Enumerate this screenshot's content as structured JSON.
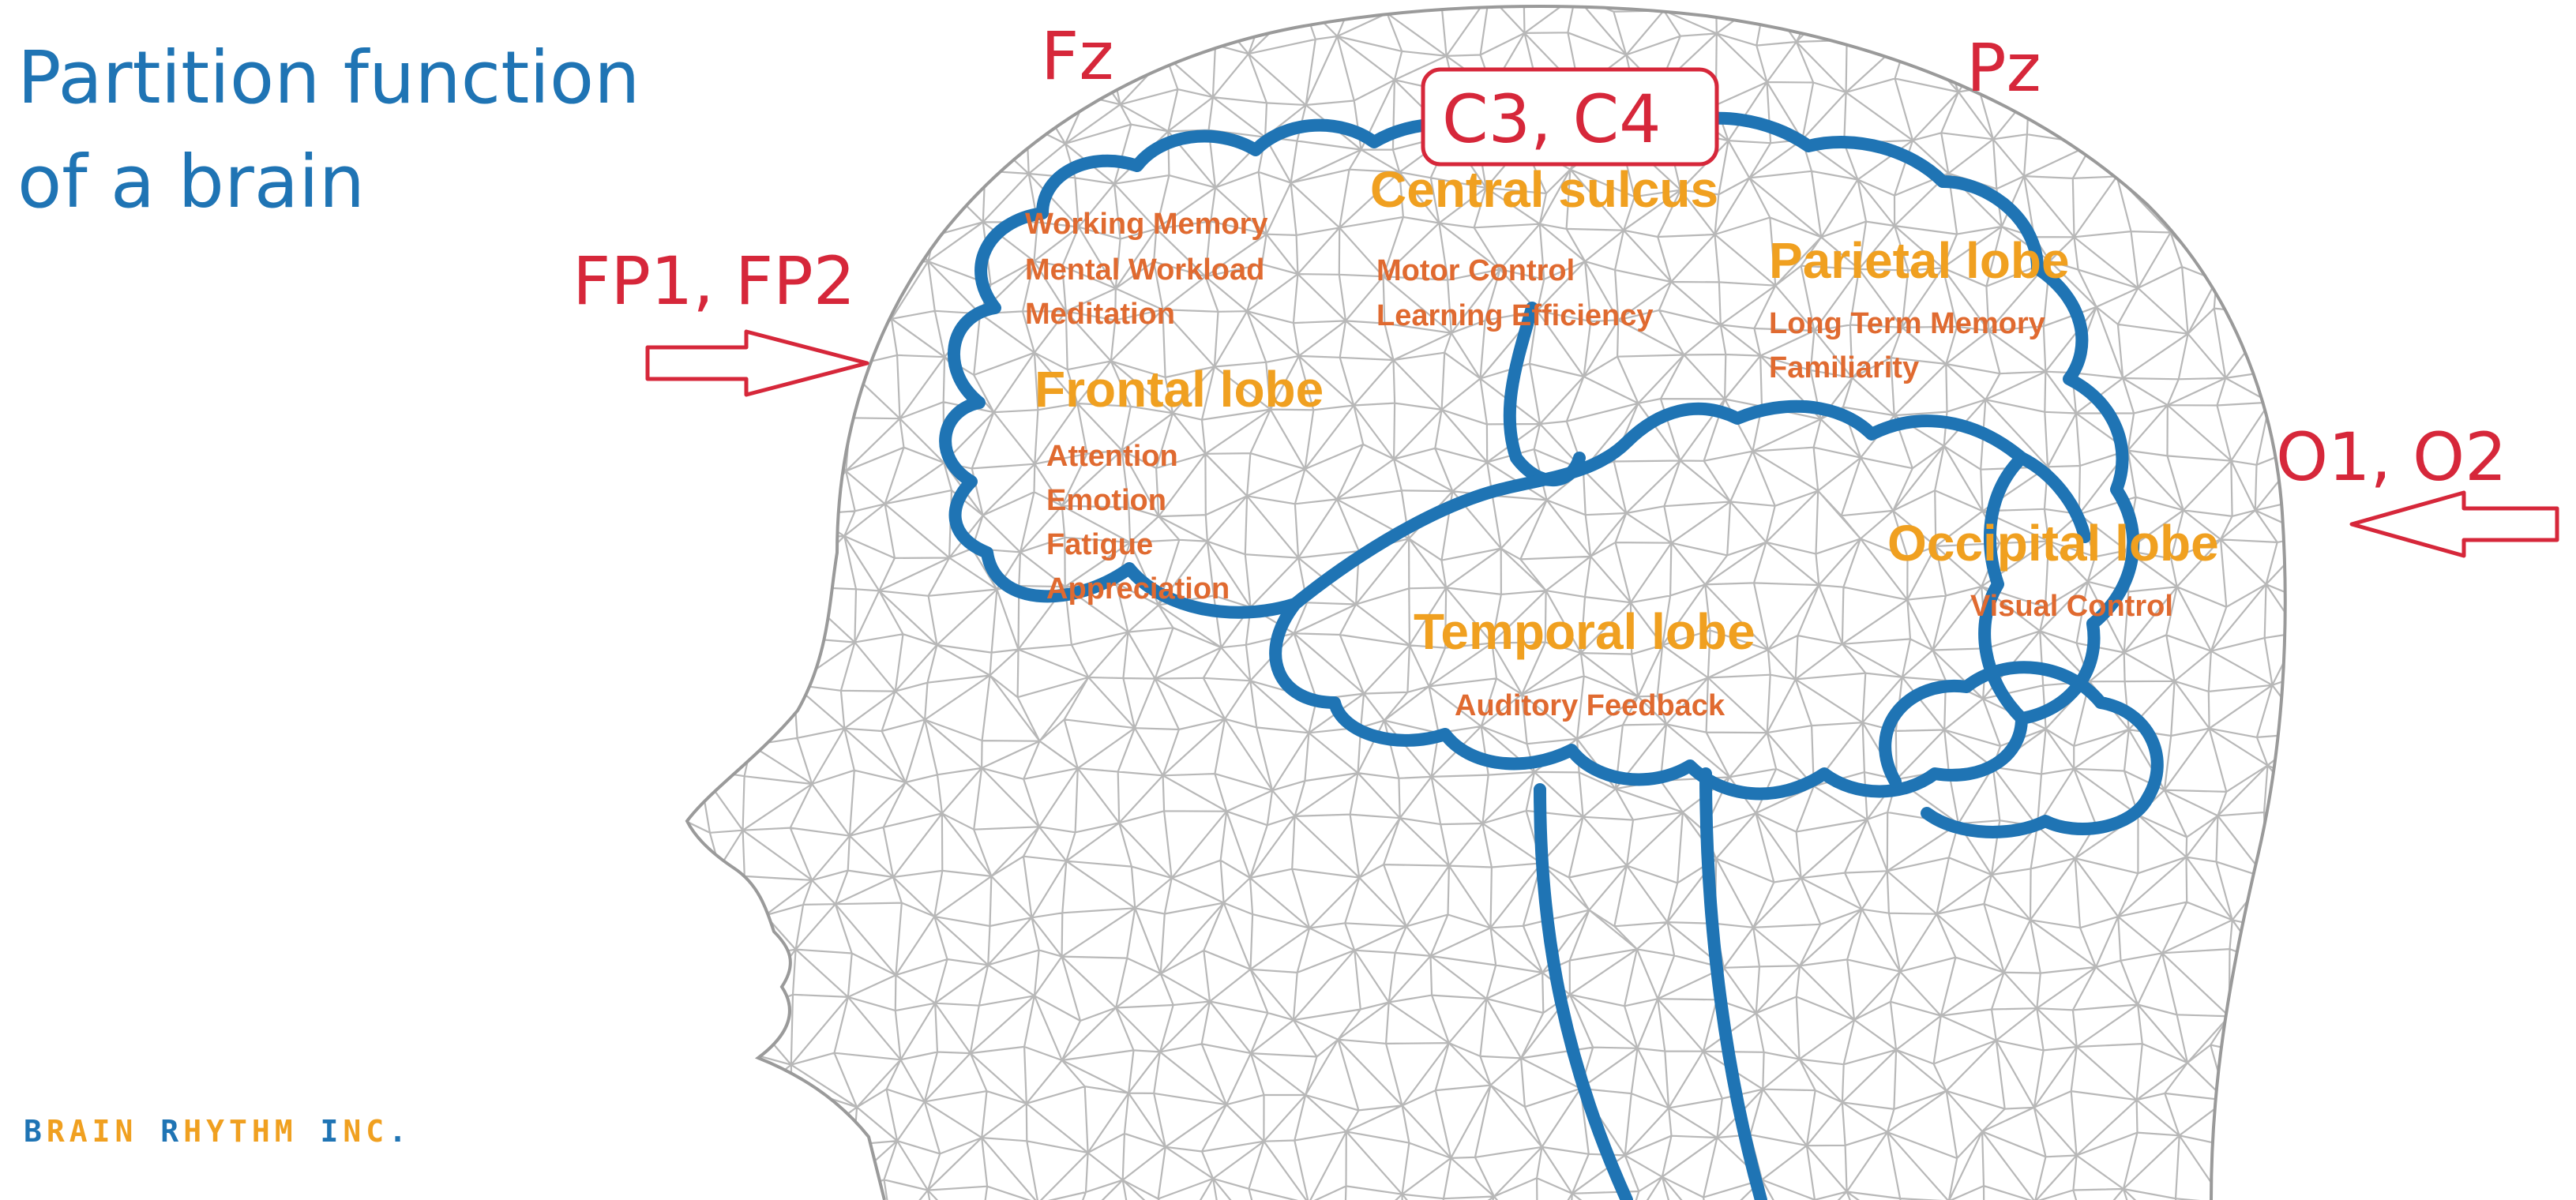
{
  "title": {
    "line1": "Partition function",
    "line2": "of a brain"
  },
  "electrodes": {
    "fz": "Fz",
    "pz": "Pz",
    "c3c4": "C3, C4",
    "fp1fp2": "FP1, FP2",
    "o1o2": "O1, O2"
  },
  "lobes": {
    "central": {
      "name": "Central sulcus",
      "functions": [
        "Motor Control",
        "Learning Efficiency"
      ]
    },
    "frontal": {
      "name": "Frontal lobe",
      "upper_functions": [
        "Working Memory",
        "Mental Workload",
        "Meditation"
      ],
      "functions": [
        "Attention",
        "Emotion",
        "Fatigue",
        "Appreciation"
      ]
    },
    "parietal": {
      "name": "Parietal lobe",
      "functions": [
        "Long Term Memory",
        "Familiarity"
      ]
    },
    "occipital": {
      "name": "Occipital lobe",
      "functions": [
        "Visual Control"
      ]
    },
    "temporal": {
      "name": "Temporal lobe",
      "functions": [
        "Auditory Feedback"
      ]
    }
  },
  "brand": {
    "b": "B",
    "rain": "RAIN",
    "r": "R",
    "hythm": "HYTHM",
    "i": "I",
    "nc": "NC",
    "dot": "."
  },
  "colors": {
    "title": "#1f74b4",
    "brain_outline": "#1f74b4",
    "electrode": "#d6273a",
    "lobe_name": "#f0a020",
    "function_text": "#e06a30",
    "mesh": "#b8b8b8"
  },
  "icons": {
    "fp_arrow": "arrow-right-outline-icon",
    "o_arrow": "arrow-left-outline-icon"
  }
}
